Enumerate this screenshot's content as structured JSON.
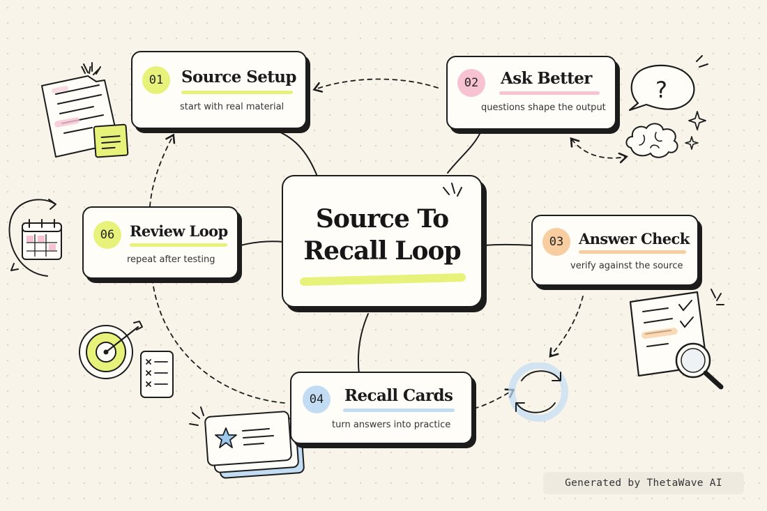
{
  "center": {
    "line1": "Source To",
    "line2": "Recall Loop"
  },
  "nodes": [
    {
      "id": "01",
      "title": "Source Setup",
      "subtitle": "start with real material",
      "color": "#e7f27a"
    },
    {
      "id": "02",
      "title": "Ask Better",
      "subtitle": "questions shape the output",
      "color": "#f7c3d3"
    },
    {
      "id": "03",
      "title": "Answer Check",
      "subtitle": "verify against the source",
      "color": "#f8cda0"
    },
    {
      "id": "04",
      "title": "Recall Cards",
      "subtitle": "turn answers into practice",
      "color": "#c2ddf3"
    },
    {
      "id": "06",
      "title": "Review Loop",
      "subtitle": "repeat after testing",
      "color": "#e7f27a"
    }
  ],
  "footer": "Generated by ThetaWave AI",
  "icons": [
    "document-icon",
    "sticky-note-icon",
    "question-bubble-icon",
    "brain-icon",
    "sparkle-icon",
    "calendar-icon",
    "cycle-arrows-icon",
    "target-icon",
    "checklist-icon",
    "magnifier-icon",
    "refresh-icon",
    "flashcards-icon",
    "star-icon"
  ]
}
